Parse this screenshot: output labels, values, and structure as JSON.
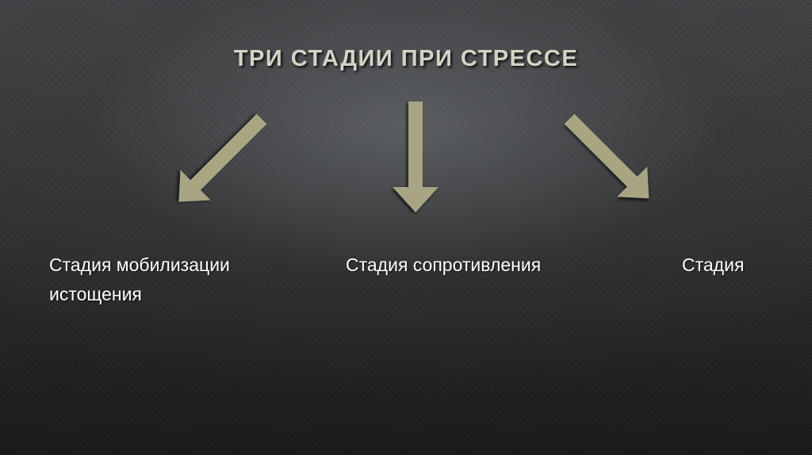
{
  "slide": {
    "title": "ТРИ СТАДИИ ПРИ СТРЕССЕ",
    "stages": [
      {
        "line1": "Стадия мобилизации",
        "line2": "истощения"
      },
      {
        "line1": "Стадия сопротивления"
      },
      {
        "line1": "Стадия"
      }
    ],
    "arrows": [
      {
        "icon": "arrow-down-left-icon",
        "direction": "down-left"
      },
      {
        "icon": "arrow-down-icon",
        "direction": "down"
      },
      {
        "icon": "arrow-down-right-icon",
        "direction": "down-right"
      }
    ]
  },
  "colors": {
    "background": "#2c2d2f",
    "title": "#d6d2c2",
    "arrow": "#a9a582",
    "text": "#ffffff"
  }
}
